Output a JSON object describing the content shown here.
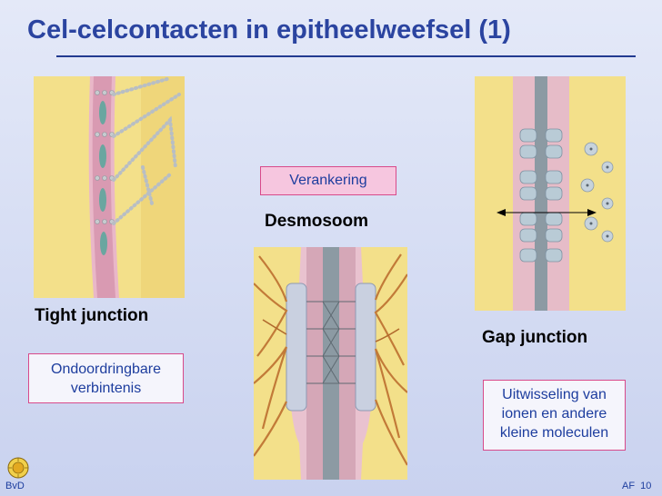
{
  "slide": {
    "title": "Cel-celcontacten in epitheelweefsel (1)",
    "colors": {
      "title": "#2b44a0",
      "box_border": "#d84a8a",
      "box_text": "#1d3d9e"
    }
  },
  "tight_junction": {
    "label": "Tight junction",
    "desc_line1": "Ondoordringbare",
    "desc_line2": "verbintenis"
  },
  "desmosome": {
    "tag": "Verankering",
    "label": "Desmosoom"
  },
  "gap_junction": {
    "label": "Gap junction",
    "desc_line1": "Uitwisseling van",
    "desc_line2": "ionen en andere",
    "desc_line3": "kleine moleculen"
  },
  "footer": {
    "left": "BvD",
    "right": "AF  10",
    "logo_icon": "sun-seal-icon"
  }
}
